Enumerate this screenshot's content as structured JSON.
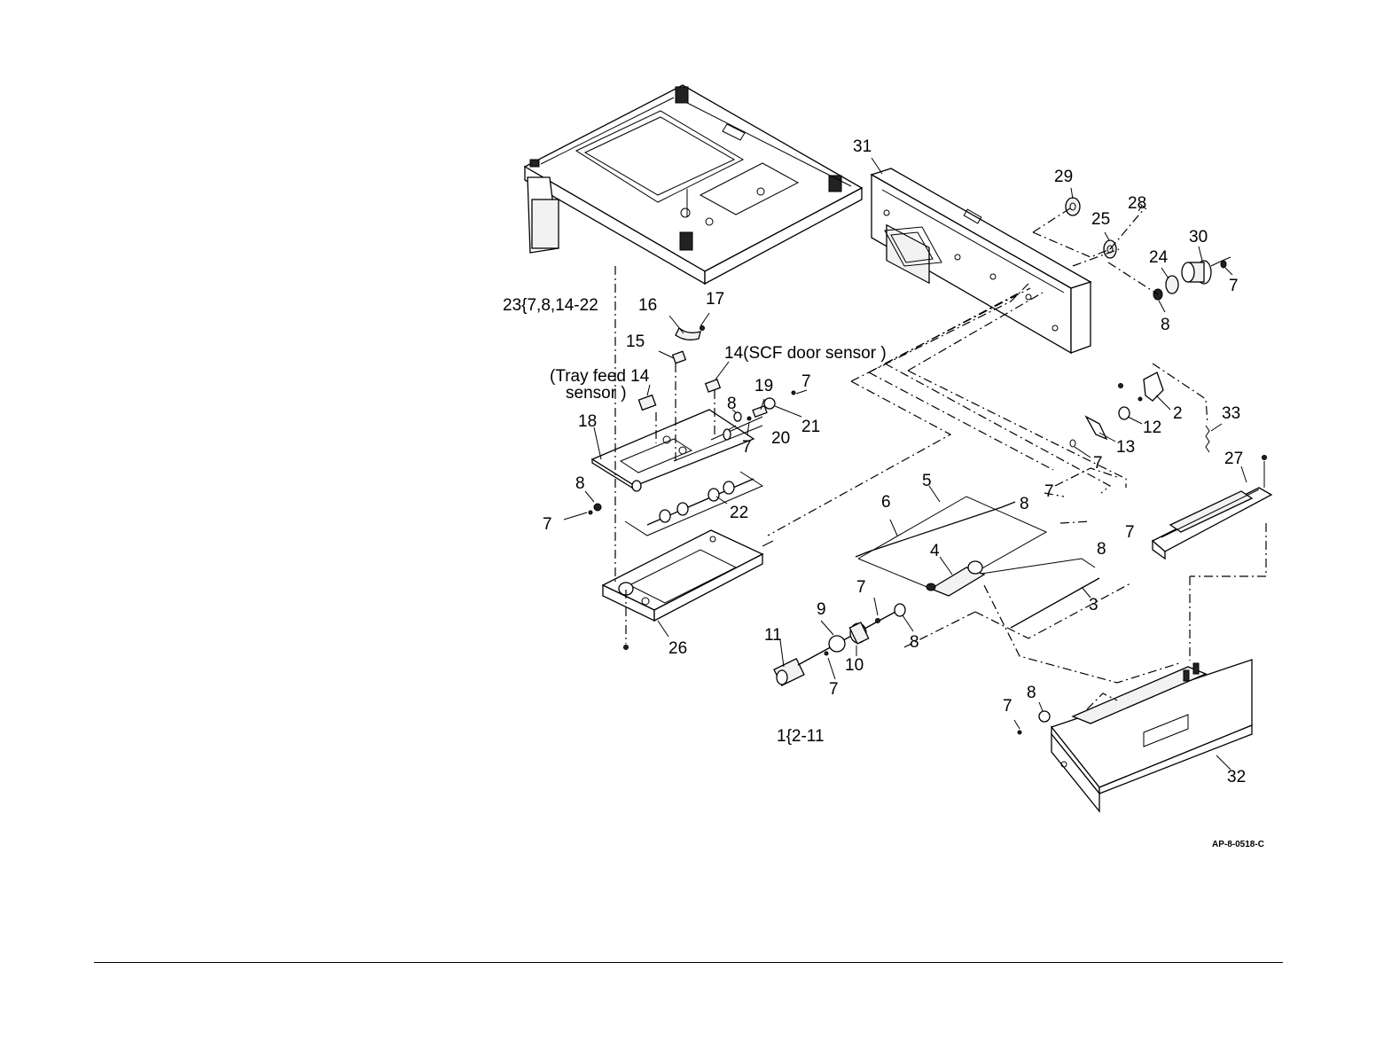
{
  "figure_id": "AP-8-0518-C",
  "callouts": [
    {
      "id": "31",
      "text": "31"
    },
    {
      "id": "29",
      "text": "29"
    },
    {
      "id": "28",
      "text": "28"
    },
    {
      "id": "25",
      "text": "25"
    },
    {
      "id": "30",
      "text": "30"
    },
    {
      "id": "24",
      "text": "24"
    },
    {
      "id": "7a",
      "text": "7"
    },
    {
      "id": "8a",
      "text": "8"
    },
    {
      "id": "23",
      "text": "23{7,8,14-22"
    },
    {
      "id": "16",
      "text": "16"
    },
    {
      "id": "17",
      "text": "17"
    },
    {
      "id": "15",
      "text": "15"
    },
    {
      "id": "14a",
      "text": "14(SCF door sensor )"
    },
    {
      "id": "14b",
      "text": "(Tray feed 14"
    },
    {
      "id": "14b-2",
      "text": "sensor )"
    },
    {
      "id": "19",
      "text": "19"
    },
    {
      "id": "7b",
      "text": "7"
    },
    {
      "id": "8b",
      "text": "8"
    },
    {
      "id": "7c",
      "text": "7"
    },
    {
      "id": "20",
      "text": "20"
    },
    {
      "id": "21",
      "text": "21"
    },
    {
      "id": "18",
      "text": "18"
    },
    {
      "id": "2",
      "text": "2"
    },
    {
      "id": "33",
      "text": "33"
    },
    {
      "id": "12",
      "text": "12"
    },
    {
      "id": "13",
      "text": "13"
    },
    {
      "id": "7d",
      "text": "7"
    },
    {
      "id": "27",
      "text": "27"
    },
    {
      "id": "8c",
      "text": "8"
    },
    {
      "id": "7e",
      "text": "7"
    },
    {
      "id": "22",
      "text": "22"
    },
    {
      "id": "5",
      "text": "5"
    },
    {
      "id": "6",
      "text": "6"
    },
    {
      "id": "7f",
      "text": "7"
    },
    {
      "id": "8d",
      "text": "8"
    },
    {
      "id": "7g",
      "text": "7"
    },
    {
      "id": "8e",
      "text": "8"
    },
    {
      "id": "4",
      "text": "4"
    },
    {
      "id": "3",
      "text": "3"
    },
    {
      "id": "7h",
      "text": "7"
    },
    {
      "id": "9",
      "text": "9"
    },
    {
      "id": "8f",
      "text": "8"
    },
    {
      "id": "11",
      "text": "11"
    },
    {
      "id": "10",
      "text": "10"
    },
    {
      "id": "7i",
      "text": "7"
    },
    {
      "id": "26",
      "text": "26"
    },
    {
      "id": "8g",
      "text": "8"
    },
    {
      "id": "7j",
      "text": "7"
    },
    {
      "id": "1",
      "text": "1{2-11"
    },
    {
      "id": "32",
      "text": "32"
    }
  ]
}
